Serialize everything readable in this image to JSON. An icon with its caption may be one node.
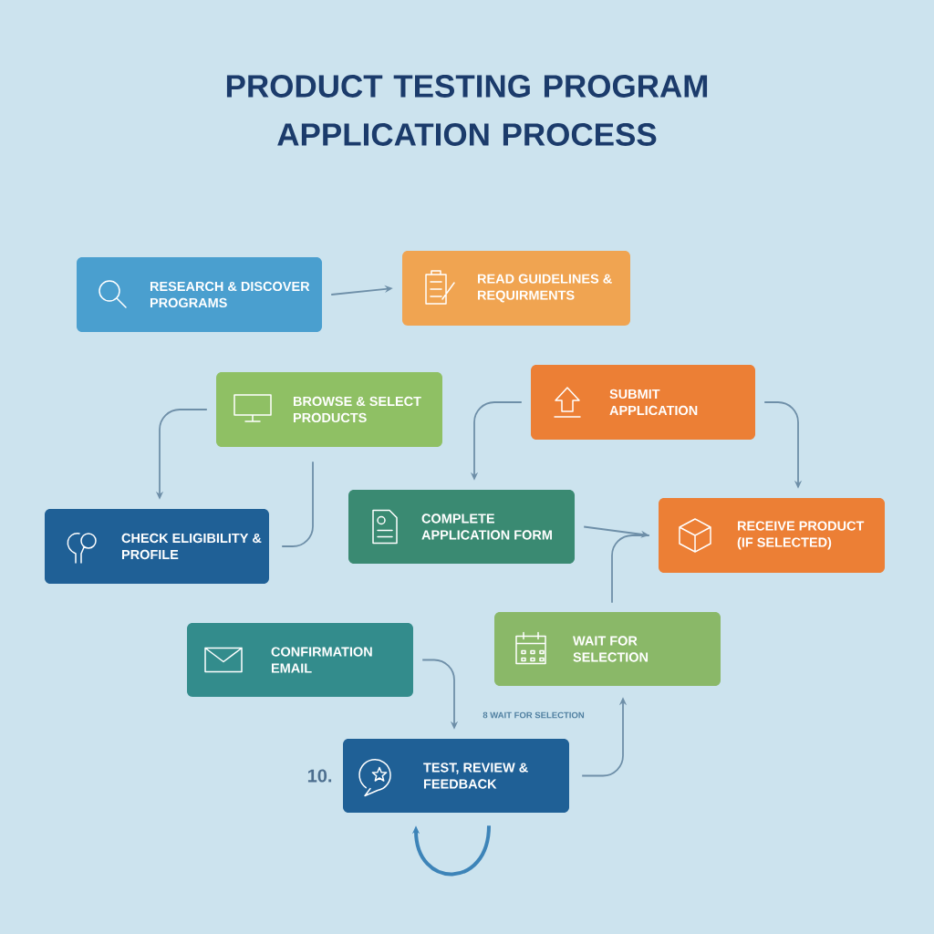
{
  "diagram": {
    "title": "PRODUCT TESTING PROGRAM APPLICATION PROCESS",
    "nodes": [
      {
        "text": [
          "RESEARCH & DISCOVER PROGRAMS"
        ]
      },
      {
        "text": [
          "READ GUIDELINES & REQUIRMENTS"
        ]
      },
      {
        "text": [
          "BROWSE & SELECT PRODUCTS"
        ]
      },
      {
        "text": [
          "SUBMIT APPLICATION"
        ]
      },
      {
        "text": [
          "CHECK ELIGIBILITY & PROFILE"
        ]
      },
      {
        "text": [
          "COMPLETE APPLICATION FORM"
        ]
      },
      {
        "text": [
          "RECEIVE PRODUCT (IF SELECTED)"
        ]
      },
      {
        "text": [
          "CONFIRMATION EMAIL"
        ]
      },
      {
        "text": [
          "WAIT FOR SELECTION"
        ]
      },
      {
        "text": [
          "TEST, REVIEW & FEEDBACK"
        ],
        "beside": [
          "10."
        ]
      }
    ],
    "edges": [
      {
        "from": 0,
        "to": 1,
        "arrow": "to"
      },
      {
        "from": 2,
        "to": 4,
        "arrow": "to"
      },
      {
        "from": 4,
        "to": 2,
        "arrow": "none"
      },
      {
        "from": 3,
        "to": 5,
        "arrow": "to"
      },
      {
        "from": 3,
        "to": 6,
        "arrow": "to"
      },
      {
        "from": 5,
        "to": 6,
        "arrow": "to"
      },
      {
        "from": 6,
        "to": 8,
        "arrow": "none"
      },
      {
        "from": 7,
        "to": 9,
        "arrow": "to"
      },
      {
        "from": 9,
        "to": 8,
        "arrow": "to"
      },
      {
        "from": 9,
        "to": 9,
        "arrow": "to",
        "style": "thick",
        "color": "#3d84b8"
      }
    ],
    "labels": [
      "8 WAIT FOR SELECTION"
    ]
  }
}
